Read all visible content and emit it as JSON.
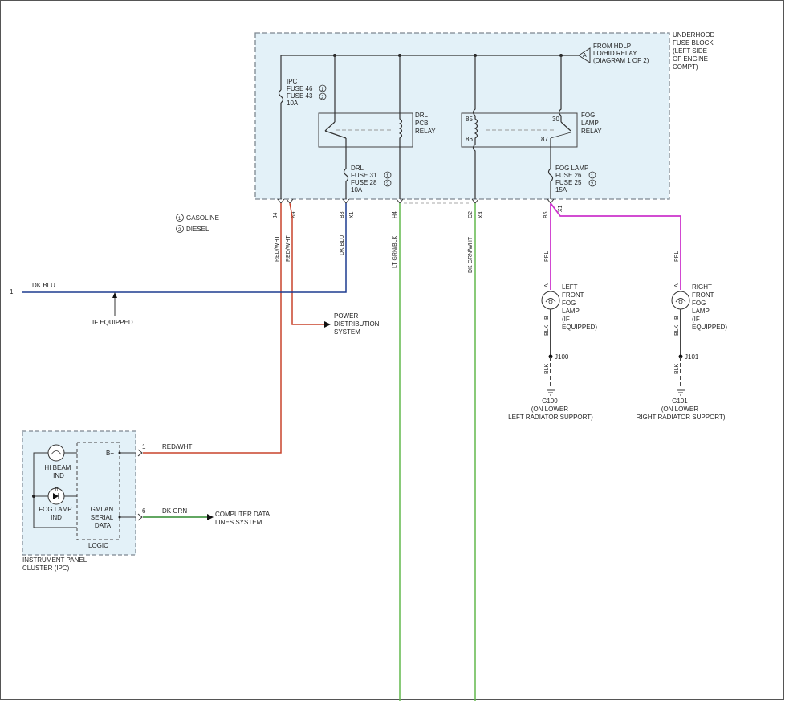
{
  "fuse_block": {
    "title": [
      "UNDERHOOD",
      "FUSE BLOCK",
      "(LEFT SIDE",
      "OF ENGINE",
      "COMPT)"
    ],
    "from_relay": [
      "FROM HDLP",
      "LO/HID RELAY",
      "(DIAGRAM 1 OF 2)"
    ],
    "ipc_fuse": [
      "IPC",
      "FUSE 46",
      "FUSE 43",
      "10A"
    ],
    "drl_relay": [
      "DRL",
      "PCB",
      "RELAY"
    ],
    "fog_relay": [
      "FOG",
      "LAMP",
      "RELAY"
    ],
    "drl_fuse": [
      "DRL",
      "FUSE 31",
      "FUSE 28",
      "10A"
    ],
    "fog_fuse": [
      "FOG LAMP",
      "FUSE 26",
      "FUSE 25",
      "15A"
    ],
    "pins": {
      "p85": "85",
      "p86": "86",
      "p30": "30",
      "p87": "87"
    },
    "connectors": [
      "J4",
      "X4",
      "B3",
      "X1",
      "H4",
      "C2",
      "X4",
      "B5",
      "X1"
    ]
  },
  "legend": {
    "one": "1",
    "two": "2",
    "gasoline": "GASOLINE",
    "diesel": "DIESEL"
  },
  "wires": {
    "red_wht_1": "RED/WHT",
    "red_wht_2": "RED/WHT",
    "dk_blu_vert": "DK BLU",
    "lt_grn_blk": "LT GRN/BLK",
    "dk_grn_wht": "DK GRN/WHT",
    "ppl_left": "PPL",
    "ppl_right": "PPL",
    "blk_left_1": "BLK",
    "blk_left_2": "BLK",
    "blk_right_1": "BLK",
    "blk_right_2": "BLK",
    "dk_blu_horiz": "DK BLU",
    "dk_blu_pin": "1",
    "ipc_red_wht": "RED/WHT",
    "ipc_dk_grn": "DK GRN",
    "ipc_pin_1": "1",
    "ipc_pin_6": "6"
  },
  "if_equipped": "IF EQUIPPED",
  "power_dist": [
    "POWER",
    "DISTRIBUTION",
    "SYSTEM"
  ],
  "computer_data": [
    "COMPUTER DATA",
    "LINES SYSTEM"
  ],
  "left_lamp": {
    "label": [
      "LEFT",
      "FRONT",
      "FOG",
      "LAMP",
      "(IF",
      "EQUIPPED)"
    ],
    "pin_a": "A",
    "pin_b": "B",
    "splice": "J100",
    "ground": [
      "G100",
      "(ON LOWER",
      "LEFT RADIATOR SUPPORT)"
    ]
  },
  "right_lamp": {
    "label": [
      "RIGHT",
      "FRONT",
      "FOG",
      "LAMP",
      "(IF",
      "EQUIPPED)"
    ],
    "pin_a": "A",
    "pin_b": "B",
    "splice": "J101",
    "ground": [
      "G101",
      "(ON LOWER",
      "RIGHT RADIATOR SUPPORT)"
    ]
  },
  "ipc": {
    "hi_beam": [
      "HI BEAM",
      "IND"
    ],
    "fog_lamp": [
      "FOG LAMP",
      "IND"
    ],
    "b_plus": "B+",
    "gmlan": [
      "GMLAN",
      "SERIAL",
      "DATA"
    ],
    "logic": "LOGIC",
    "name": [
      "INSTRUMENT PANEL",
      "CLUSTER (IPC)"
    ]
  },
  "colors": {
    "box_fill": "#e3f1f8",
    "box_stroke": "#7d8790",
    "wire": "#333333",
    "red": "#c8432c",
    "blue": "#1d3b8f",
    "green": "#62b84d",
    "dk_green": "#2f8a2f",
    "purple": "#cc33cc"
  }
}
